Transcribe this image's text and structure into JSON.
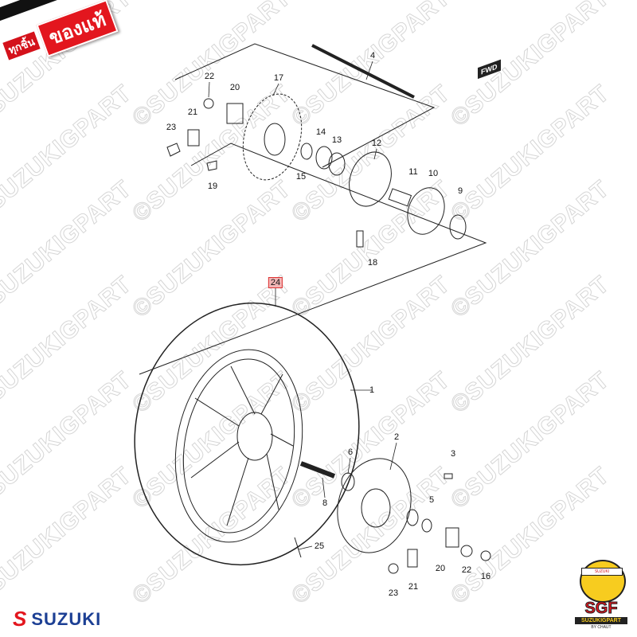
{
  "watermark": "©SUZUKIGPART",
  "badge": {
    "small": "ทุกชิ้น",
    "big": "ของแท้"
  },
  "logo": {
    "brand": "SUZUKI"
  },
  "mascot": {
    "headband": "SUZUKI",
    "initials": "SGF",
    "name": "SUZUKIGPART",
    "sub": "BY CHAUT"
  },
  "direction_label": "FWD",
  "highlight_color": "#f3b6b6",
  "callouts": [
    "22",
    "20",
    "17",
    "4",
    "21",
    "23",
    "14",
    "13",
    "12",
    "11",
    "10",
    "15",
    "19",
    "9",
    "18",
    "24",
    "1",
    "2",
    "3",
    "6",
    "8",
    "5",
    "25",
    "20",
    "22",
    "16",
    "23",
    "21"
  ]
}
